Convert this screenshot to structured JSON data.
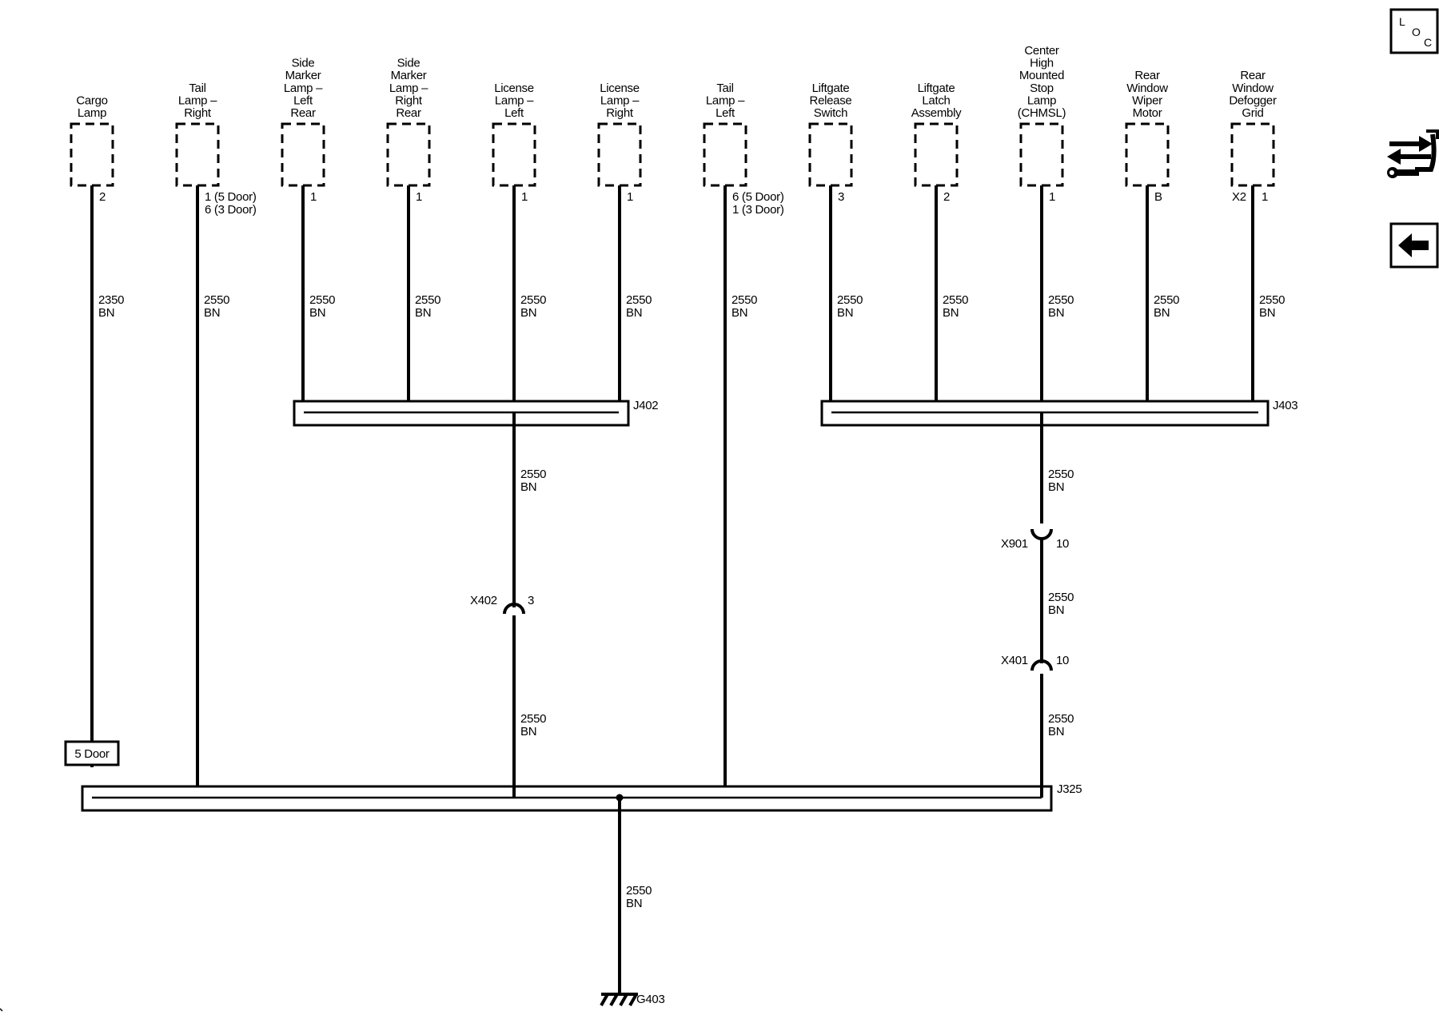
{
  "components": [
    {
      "label": [
        "Cargo",
        "Lamp"
      ],
      "pin": "2",
      "pin2": "",
      "wire_circuit": "2350",
      "wire_color": "BN"
    },
    {
      "label": [
        "Tail",
        "Lamp –",
        "Right"
      ],
      "pin": "1 (5 Door)",
      "pin2": "6 (3 Door)",
      "wire_circuit": "2550",
      "wire_color": "BN"
    },
    {
      "label": [
        "Side",
        "Marker",
        "Lamp –",
        "Left",
        "Rear"
      ],
      "pin": "1",
      "pin2": "",
      "wire_circuit": "2550",
      "wire_color": "BN"
    },
    {
      "label": [
        "Side",
        "Marker",
        "Lamp –",
        "Right",
        "Rear"
      ],
      "pin": "1",
      "pin2": "",
      "wire_circuit": "2550",
      "wire_color": "BN"
    },
    {
      "label": [
        "License",
        "Lamp –",
        "Left"
      ],
      "pin": "1",
      "pin2": "",
      "wire_circuit": "2550",
      "wire_color": "BN"
    },
    {
      "label": [
        "License",
        "Lamp –",
        "Right"
      ],
      "pin": "1",
      "pin2": "",
      "wire_circuit": "2550",
      "wire_color": "BN"
    },
    {
      "label": [
        "Tail",
        "Lamp –",
        "Left"
      ],
      "pin": "6 (5 Door)",
      "pin2": "1 (3 Door)",
      "wire_circuit": "2550",
      "wire_color": "BN"
    },
    {
      "label": [
        "Liftgate",
        "Release",
        "Switch"
      ],
      "pin": "3",
      "pin2": "",
      "wire_circuit": "2550",
      "wire_color": "BN"
    },
    {
      "label": [
        "Liftgate",
        "Latch",
        "Assembly"
      ],
      "pin": "2",
      "pin2": "",
      "wire_circuit": "2550",
      "wire_color": "BN"
    },
    {
      "label": [
        "Center",
        "High",
        "Mounted",
        "Stop",
        "Lamp",
        "(CHMSL)"
      ],
      "pin": "1",
      "pin2": "",
      "wire_circuit": "2550",
      "wire_color": "BN"
    },
    {
      "label": [
        "Rear",
        "Window",
        "Wiper",
        "Motor"
      ],
      "pin": "B",
      "pin2": "",
      "wire_circuit": "2550",
      "wire_color": "BN"
    },
    {
      "label": [
        "Rear",
        "Window",
        "Defogger",
        "Grid"
      ],
      "pin": "1",
      "pin2": "X2",
      "wire_circuit": "2550",
      "wire_color": "BN"
    }
  ],
  "splices": {
    "j402": "J402",
    "j403": "J403",
    "j325": "J325"
  },
  "inline_connectors": {
    "x402": {
      "name": "X402",
      "pin": "3"
    },
    "x901": {
      "name": "X901",
      "pin": "10"
    },
    "x401": {
      "name": "X401",
      "pin": "10"
    }
  },
  "wires": {
    "j402_to_x402": {
      "circuit": "2550",
      "color": "BN"
    },
    "x402_to_j325": {
      "circuit": "2550",
      "color": "BN"
    },
    "j403_to_x901": {
      "circuit": "2550",
      "color": "BN"
    },
    "x901_to_x401": {
      "circuit": "2550",
      "color": "BN"
    },
    "x401_to_j325": {
      "circuit": "2550",
      "color": "BN"
    },
    "j325_to_ground": {
      "circuit": "2550",
      "color": "BN"
    }
  },
  "option_box": "5 Door",
  "ground": "G403",
  "side_buttons": {
    "loc": {
      "l": "L",
      "o": "O",
      "c": "C",
      "icon": "location-icon"
    },
    "service": {
      "icon": "arrows-wrench-icon"
    },
    "back": {
      "icon": "back-arrow-icon"
    }
  }
}
